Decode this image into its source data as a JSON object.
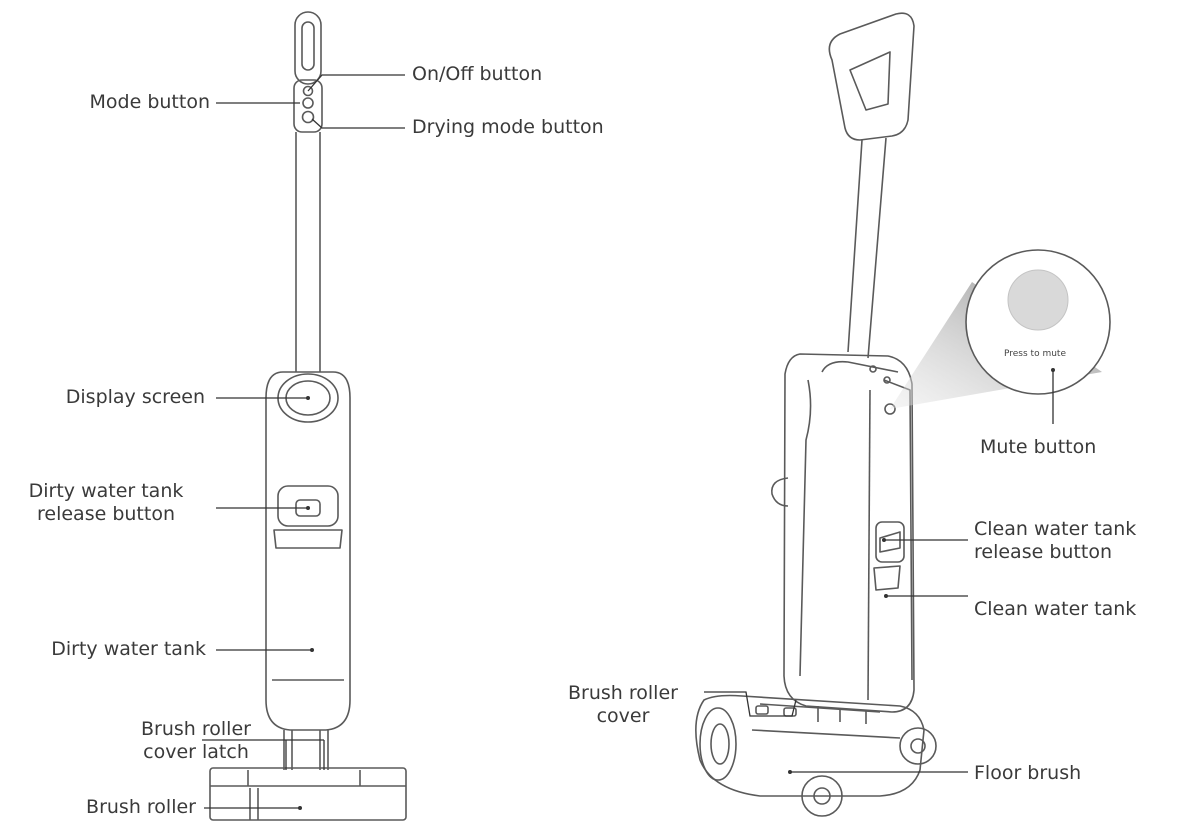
{
  "labels": {
    "on_off": "On/Off button",
    "mode": "Mode button",
    "drying": "Drying mode button",
    "display": "Display screen",
    "dirty_release_1": "Dirty water tank",
    "dirty_release_2": "release button",
    "dirty_tank": "Dirty water tank",
    "latch_1": "Brush roller",
    "latch_2": "cover latch",
    "roller": "Brush roller",
    "press_to_mute": "Press to mute",
    "mute": "Mute button",
    "clean_release_1": "Clean water tank",
    "clean_release_2": "release button",
    "clean_tank": "Clean water tank",
    "roller_cover_1": "Brush roller",
    "roller_cover_2": "cover",
    "floor_brush": "Floor brush"
  },
  "colors": {
    "outline": "#5a5a5a",
    "leader": "#333333",
    "button_fill": "#d9d9d9"
  }
}
